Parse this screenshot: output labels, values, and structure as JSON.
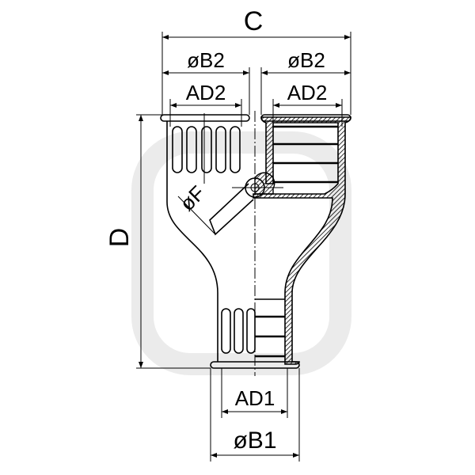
{
  "drawing": {
    "title": "Y-branch pipe fitting dimension drawing",
    "dimensions": {
      "C": "C",
      "B2_left": "øB2",
      "B2_right": "øB2",
      "AD2_left": "AD2",
      "AD2_right": "AD2",
      "D": "D",
      "F": "øF",
      "AD1": "AD1",
      "B1": "øB1"
    },
    "line_color": "#000000",
    "background": "#ffffff"
  }
}
